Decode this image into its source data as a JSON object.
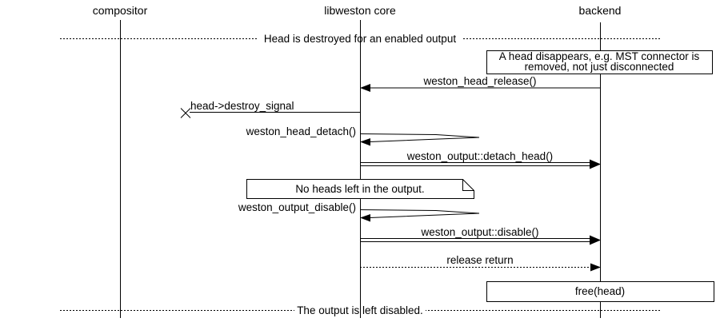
{
  "colors": {
    "foreground": "#000000",
    "background": "#ffffff"
  },
  "lifelines": {
    "compositor": "compositor",
    "libweston": "libweston core",
    "backend": "backend"
  },
  "dividers": {
    "top": "Head is destroyed for an enabled output",
    "bottom": "The output is left disabled."
  },
  "boxes": {
    "head_disappears": {
      "line1": "A head disappears, e.g. MST connector is",
      "line2": "removed, not just disconnected"
    },
    "no_heads": "No heads left in the output.",
    "free_head": "free(head)"
  },
  "messages": {
    "head_release": "weston_head_release()",
    "destroy_signal": "head->destroy_signal",
    "head_detach": "weston_head_detach()",
    "detach_head": "weston_output::detach_head()",
    "output_disable": "weston_output_disable()",
    "output_disable_call": "weston_output::disable()",
    "release_return": "release return"
  }
}
